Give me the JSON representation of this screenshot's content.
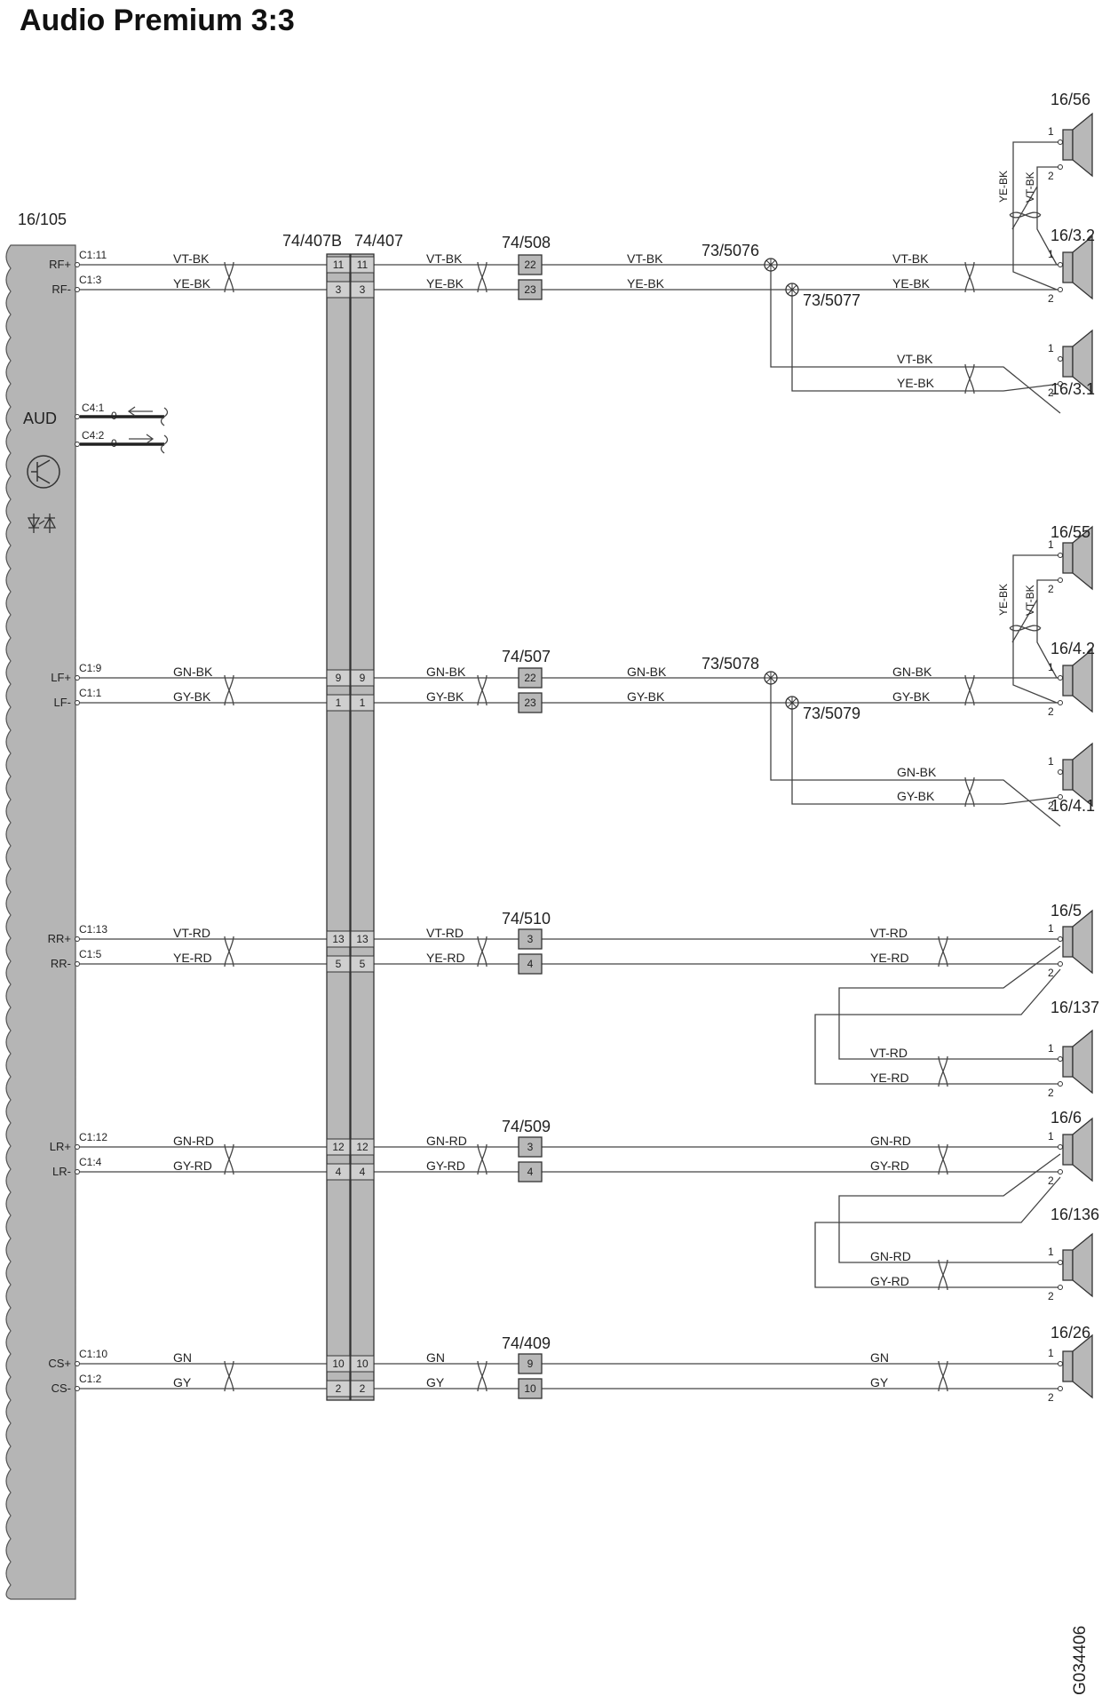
{
  "title": "Audio Premium 3:3",
  "figure_id": "G034406",
  "unit": {
    "id": "16/105",
    "aud_label": "AUD"
  },
  "pins": [
    {
      "sig": "RF+",
      "pin": "C1:11"
    },
    {
      "sig": "RF-",
      "pin": "C1:3"
    },
    {
      "sig": "LF+",
      "pin": "C1:9"
    },
    {
      "sig": "LF-",
      "pin": "C1:1"
    },
    {
      "sig": "RR+",
      "pin": "C1:13"
    },
    {
      "sig": "RR-",
      "pin": "C1:5"
    },
    {
      "sig": "LR+",
      "pin": "C1:12"
    },
    {
      "sig": "LR-",
      "pin": "C1:4"
    },
    {
      "sig": "CS+",
      "pin": "C1:10"
    },
    {
      "sig": "CS-",
      "pin": "C1:2"
    }
  ],
  "bus_pins": [
    "C4:1",
    "C4:2"
  ],
  "bus_zero": "0",
  "connectors": {
    "a": "74/407B",
    "b": "74/407"
  },
  "connector_pins": [
    "11",
    "3",
    "9",
    "1",
    "13",
    "5",
    "12",
    "4",
    "10",
    "2"
  ],
  "groups": [
    {
      "colors": [
        "VT-BK",
        "YE-BK"
      ],
      "mid_connector": "74/508",
      "mid_pins": [
        "22",
        "23"
      ],
      "splices": [
        "73/5076",
        "73/5077"
      ]
    },
    {
      "colors": [
        "GN-BK",
        "GY-BK"
      ],
      "mid_connector": "74/507",
      "mid_pins": [
        "22",
        "23"
      ],
      "splices": [
        "73/5078",
        "73/5079"
      ]
    },
    {
      "colors": [
        "VT-RD",
        "YE-RD"
      ],
      "mid_connector": "74/510",
      "mid_pins": [
        "3",
        "4"
      ]
    },
    {
      "colors": [
        "GN-RD",
        "GY-RD"
      ],
      "mid_connector": "74/509",
      "mid_pins": [
        "3",
        "4"
      ]
    },
    {
      "colors": [
        "GN",
        "GY"
      ],
      "mid_connector": "74/409",
      "mid_pins": [
        "9",
        "10"
      ]
    }
  ],
  "speakers": [
    "16/56",
    "16/3.2",
    "16/3.1",
    "16/55",
    "16/4.2",
    "16/4.1",
    "16/5",
    "16/137",
    "16/6",
    "16/136",
    "16/26"
  ],
  "speaker_pin_labels": [
    "1",
    "2"
  ],
  "tweeter_wire_labels": [
    "YE-BK",
    "VT-BK"
  ]
}
